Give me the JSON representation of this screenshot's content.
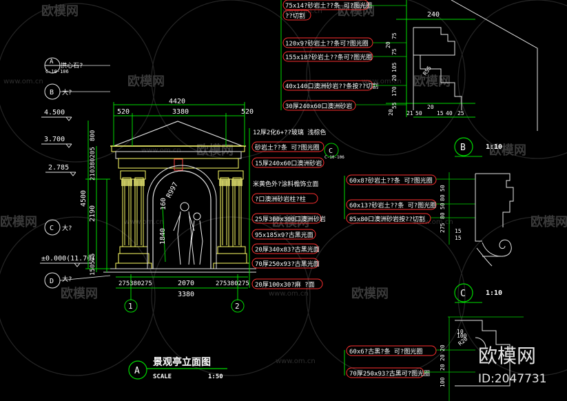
{
  "watermark": {
    "brand": "欧模网",
    "url": "www.om.cn"
  },
  "brand_corner": {
    "name": "欧模网",
    "id": "ID:2047731"
  },
  "title": {
    "main": "景观亭立面图",
    "scale_label": "SCALE",
    "scale_value": "1:50",
    "circle_letter": "A"
  },
  "levels": [
    {
      "letter": "A",
      "ref": "C-10-106",
      "note": "拱心石?"
    },
    {
      "letter": "B",
      "note": "大?",
      "value": "4.500"
    },
    {
      "value": "3.700"
    },
    {
      "value": "2.785"
    },
    {
      "letter": "C",
      "note": "大?"
    },
    {
      "value": "±0.000(11.70)"
    },
    {
      "letter": "D",
      "note": "大?"
    }
  ],
  "dims": {
    "total_width": "4420",
    "left_520": "520",
    "mid_3380": "3380",
    "right_520": "520",
    "v_800": "800",
    "v_210_380_205": "210380205",
    "v_4500": "4500",
    "v_2190": "2190",
    "v_1840": "1840",
    "v_160": "160",
    "v_595": "595",
    "v_150": "150",
    "arc_r": "R997",
    "bot_left": "275380275",
    "bot_mid": "2070",
    "bot_right": "275380275",
    "bot_total": "3380",
    "axis_1": "1",
    "axis_2": "2"
  },
  "callouts_center": [
    "12厚2化6+??玻璃 浅棕色",
    "砂岩土??条 可?图光圈",
    "15厚240x60口澳洲砂岩",
    "米黄色外?涂料檐饰立面",
    "?口澳洲砂岩柱?柱",
    "25厚300x300口澳洲砂岩",
    "95x185x9?古黑光面",
    "20厚340x83?古黑光面",
    "70厚250x93?古黑光面",
    "20厚100x30?麻 ?面"
  ],
  "center_ref": "C-10-106",
  "callouts_top": [
    "75x14?砂岩土??条 可?图光圈",
    "??切割",
    "120x9?砂岩土??条可?图光圈",
    "155x18?砂岩土??条可?图光圈",
    "40x140口澳洲砂岩??条按??切割",
    "30厚240x60口澳洲砂岩"
  ],
  "detail_b": {
    "letter": "B",
    "scale": "1:10",
    "dims_h": [
      "240"
    ],
    "dims_v": [
      "75",
      "20",
      "75",
      "105",
      "20",
      "170",
      "55",
      "20"
    ],
    "dims_bottom": [
      "21",
      "50",
      "20",
      "15",
      "40",
      "25"
    ],
    "diag": "R55"
  },
  "callouts_c": [
    "60x8?砂岩土??条 可?图光圈",
    "60x13?砂岩土??条 可?图光圈",
    "85x80口澳洲砂岩按??切割"
  ],
  "detail_c": {
    "letter": "C",
    "scale": "1:10",
    "dims_v": [
      "50",
      "80",
      "50",
      "80",
      "275",
      "15",
      "15"
    ]
  },
  "callouts_d": [
    "60x6?古黑?条 可?图光圈",
    "70厚250x93?古黑可?图光圈"
  ],
  "detail_d": {
    "dims": [
      "10",
      "100",
      "20",
      "20",
      "20",
      "100"
    ],
    "diag": "R20"
  }
}
